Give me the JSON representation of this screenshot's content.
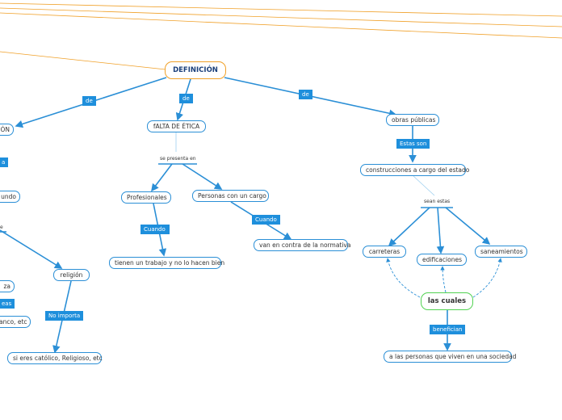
{
  "colors": {
    "link": "#2b8fd6",
    "orange": "#f0a028",
    "green": "#52d252",
    "tag_bg": "#1e8fdc"
  },
  "nodes": {
    "definicion": "DEFINICIÓN",
    "left_cut": "ÓN",
    "falta_etica": "fALTA DE ÉTICA",
    "obras_publicas": "obras públicas",
    "se_presenta_en": "se presenta en",
    "profesionales": "Profesionales",
    "personas_cargo": "Personas con un cargo",
    "construcciones": "construcciones a cargo del estado",
    "sean_estas": "sean estas",
    "tienen_trabajo": "tienen un trabajo y no lo hacen bien",
    "van_en_contra": "van en contra de la normativa",
    "carreteras": "carreteras",
    "edificaciones": "edificaciones",
    "saneamientos": "saneamientos",
    "las_cuales": "las cuales",
    "a_las_personas": "a las personas que viven en una sociedad",
    "religion": "religión",
    "si_eres": "si eres católico, Religioso, etc",
    "left_undo": "undo",
    "left_e": "e",
    "left_za": "za",
    "left_anco": "anco, etc"
  },
  "tags": {
    "de_left": "de",
    "de_mid": "de",
    "de_right": "de",
    "estas_son": "Estas son",
    "cuando_1": "Cuando",
    "cuando_2": "Cuando",
    "no_importa": "No importa",
    "benefician": "benefician",
    "left_a": "a",
    "left_eas": "eas"
  }
}
